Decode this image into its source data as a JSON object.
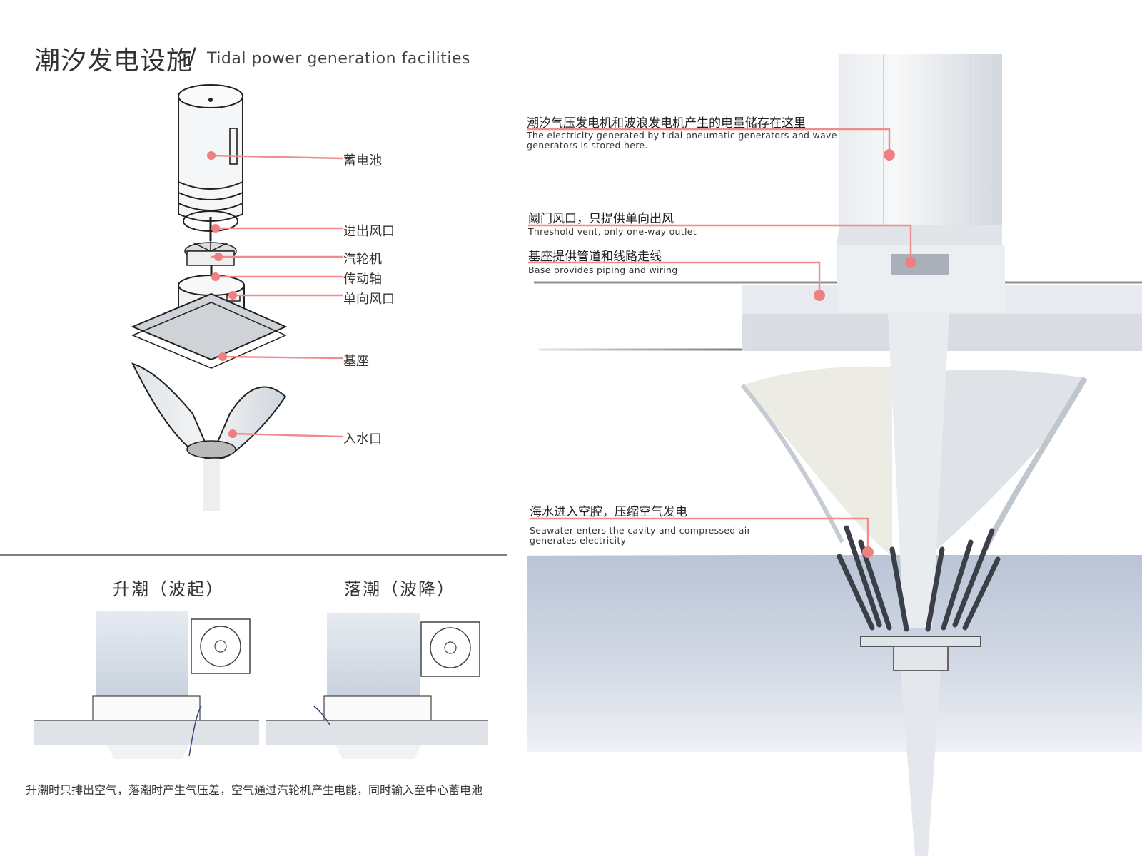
{
  "title": {
    "cn": "潮汐发电设施",
    "sep": "/",
    "en": "Tidal power generation facilities"
  },
  "exploded_labels": [
    "蓄电池",
    "进出风口",
    "汽轮机",
    "传动轴",
    "单向风口",
    "基座",
    "入水口"
  ],
  "annotations": [
    {
      "cn": "潮汐气压发电机和波浪发电机产生的电量储存在这里",
      "en": "The electricity generated by tidal pneumatic generators and wave generators is stored here."
    },
    {
      "cn": "阈门风口，只提供单向出风",
      "en": "Threshold vent, only one-way outlet"
    },
    {
      "cn": "基座提供管道和线路走线",
      "en": "Base provides piping and wiring"
    },
    {
      "cn": "海水进入空腔，压缩空气发电",
      "en": "Seawater enters the cavity and compressed air generates electricity"
    }
  ],
  "sections": {
    "rising": "升潮（波起）",
    "falling": "落潮（波降）"
  },
  "caption": "升潮时只排出空气，落潮时产生气压差，空气通过汽轮机产生电能，同时输入至中心蓄电池",
  "colors": {
    "leader": "#f08c8c",
    "dot": "#ee8080",
    "water": "#c9d3e2"
  }
}
